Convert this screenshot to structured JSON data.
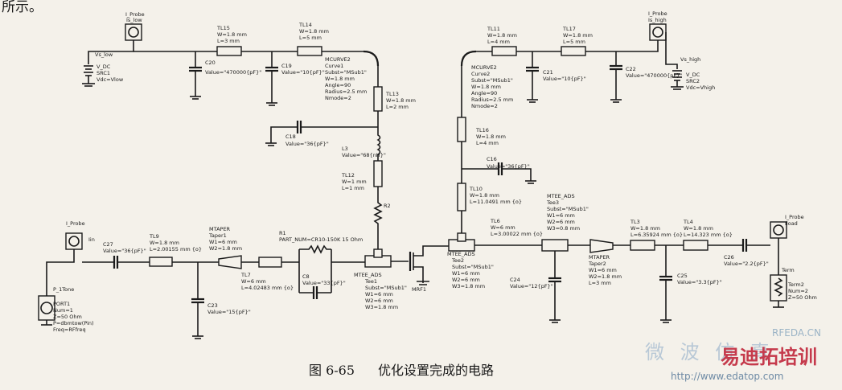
{
  "top_fragment": "所示。",
  "caption": {
    "figure_number": "图 6-65",
    "text": "优化设置完成的电路"
  },
  "watermarks": {
    "site_1": "RFEDA.CN",
    "site_2": "微 波 仿 真",
    "brand": "易迪拓培训",
    "url": "http://www.edatop.com"
  },
  "components": {
    "probe_low": {
      "type": "I_Probe",
      "name": "Is_low"
    },
    "probe_high": {
      "type": "I_Probe",
      "name": "Is_high"
    },
    "probe_in": {
      "type": "I_Probe",
      "name": "Iin"
    },
    "probe_load": {
      "type": "I_Probe",
      "name": "Iload"
    },
    "vs_low": {
      "node": "Vs_low",
      "type": "V_DC",
      "name": "SRC1",
      "param": "Vdc=Vlow"
    },
    "vs_high": {
      "node": "Vs_high",
      "type": "V_DC",
      "name": "SRC2",
      "param": "Vdc=Vhigh"
    },
    "tl15": {
      "name": "TL15",
      "w": "W=1.8 mm",
      "l": "L=3 mm"
    },
    "tl14": {
      "name": "TL14",
      "w": "W=1.8 mm",
      "l": "L=5 mm"
    },
    "tl11": {
      "name": "TL11",
      "w": "W=1.8 mm",
      "l": "L=4 mm"
    },
    "tl17": {
      "name": "TL17",
      "w": "W=1.8 mm",
      "l": "L=5 mm"
    },
    "c20": {
      "name": "C20",
      "value": "Value=\"470000{pF}\""
    },
    "c19": {
      "name": "C19",
      "value": "Value=\"10{pF}\""
    },
    "c21": {
      "name": "C21",
      "value": "Value=\"10{pF}\""
    },
    "c22": {
      "name": "C22",
      "value": "Value=\"470000{pF}\""
    },
    "curve1": {
      "type": "MCURVE2",
      "name": "Curve1",
      "subst": "Subst=\"MSub1\"",
      "w": "W=1.8 mm",
      "angle": "Angle=90",
      "radius": "Radius=2.5 mm",
      "nmode": "Nmode=2"
    },
    "curve2": {
      "type": "MCURVE2",
      "name": "Curve2",
      "subst": "Subst=\"MSub1\"",
      "w": "W=1.8 mm",
      "angle": "Angle=90",
      "radius": "Radius=2.5 mm",
      "nmode": "Nmode=2"
    },
    "tl13": {
      "name": "TL13",
      "w": "W=1.8 mm",
      "l": "L=2 mm"
    },
    "tl16": {
      "name": "TL16",
      "w": "W=1.8 mm",
      "l": "L=4 mm"
    },
    "c18": {
      "name": "C18",
      "value": "Value=\"36{pF}\""
    },
    "c16": {
      "name": "C16",
      "value": "Value=\"36{pF}\""
    },
    "l3": {
      "name": "L3",
      "value": "Value=\"68{nH}\""
    },
    "tl12": {
      "name": "TL12",
      "w": "W=1 mm",
      "l": "L=1 mm"
    },
    "r2": {
      "name": "R2"
    },
    "tl10": {
      "name": "TL10",
      "w": "W=1.8 mm",
      "l": "L=11.0491 mm {o}"
    },
    "c27": {
      "name": "C27",
      "value": "Value=\"36{pF}\""
    },
    "tl9": {
      "name": "TL9",
      "w": "W=1.8 mm",
      "l": "L=2.00155 mm {o}"
    },
    "taper1": {
      "type": "MTAPER",
      "name": "Taper1",
      "w1": "W1=6 mm",
      "w2": "W2=1.8 mm"
    },
    "tl7": {
      "name": "TL7",
      "w": "W=6 mm",
      "l": "L=4.02483 mm {o}"
    },
    "c23": {
      "name": "C23",
      "value": "Value=\"15{pF}\""
    },
    "r1": {
      "name": "R1",
      "part": "PART_NUM=CR10-150K 15 Ohm"
    },
    "c8": {
      "name": "C8",
      "value": "Value=\"33{pF}\""
    },
    "tee1": {
      "type": "MTEE_ADS",
      "name": "Tee1",
      "subst": "Subst=\"MSub1\"",
      "w1": "W1=6 mm",
      "w2": "W2=6 mm",
      "w3": "W3=1.8 mm"
    },
    "tee2": {
      "type": "MTEE_ADS",
      "name": "Tee2",
      "subst": "Subst=\"MSub1\"",
      "w1": "W1=6 mm",
      "w2": "W2=6 mm",
      "w3": "W3=1.8 mm"
    },
    "mrf1": {
      "name": "MRF1"
    },
    "tl6": {
      "name": "TL6",
      "w": "W=6 mm",
      "l": "L=3.00022 mm {o}"
    },
    "c24": {
      "name": "C24",
      "value": "Value=\"12{pF}\""
    },
    "tee3": {
      "type": "MTEE_ADS",
      "name": "Tee3",
      "subst": "Subst=\"MSub1\"",
      "w1": "W1=6 mm",
      "w2": "W2=6 mm",
      "w3": "W3=0.8 mm"
    },
    "taper2": {
      "type": "MTAPER",
      "name": "Taper2",
      "w1": "W1=6 mm",
      "w2": "W2=1.8 mm",
      "l": "L=3 mm"
    },
    "tl3": {
      "name": "TL3",
      "w": "W=1.8 mm",
      "l": "L=6.35924 mm {o}"
    },
    "tl4": {
      "name": "TL4",
      "w": "W=1.8 mm",
      "l": "L=14.323 mm {o}"
    },
    "c25": {
      "name": "C25",
      "value": "Value=\"3.3{pF}\""
    },
    "c26": {
      "name": "C26",
      "value": "Value=\"2.2{pF}\""
    },
    "port1": {
      "type": "P_1Tone",
      "name": "PORT1",
      "num": "Num=1",
      "z": "Z=50 Ohm",
      "p": "P=dbmtow(Pin)",
      "freq": "Freq=RFfreq"
    },
    "term2": {
      "type": "Term",
      "name": "Term2",
      "num": "Num=2",
      "z": "Z=50 Ohm"
    }
  }
}
